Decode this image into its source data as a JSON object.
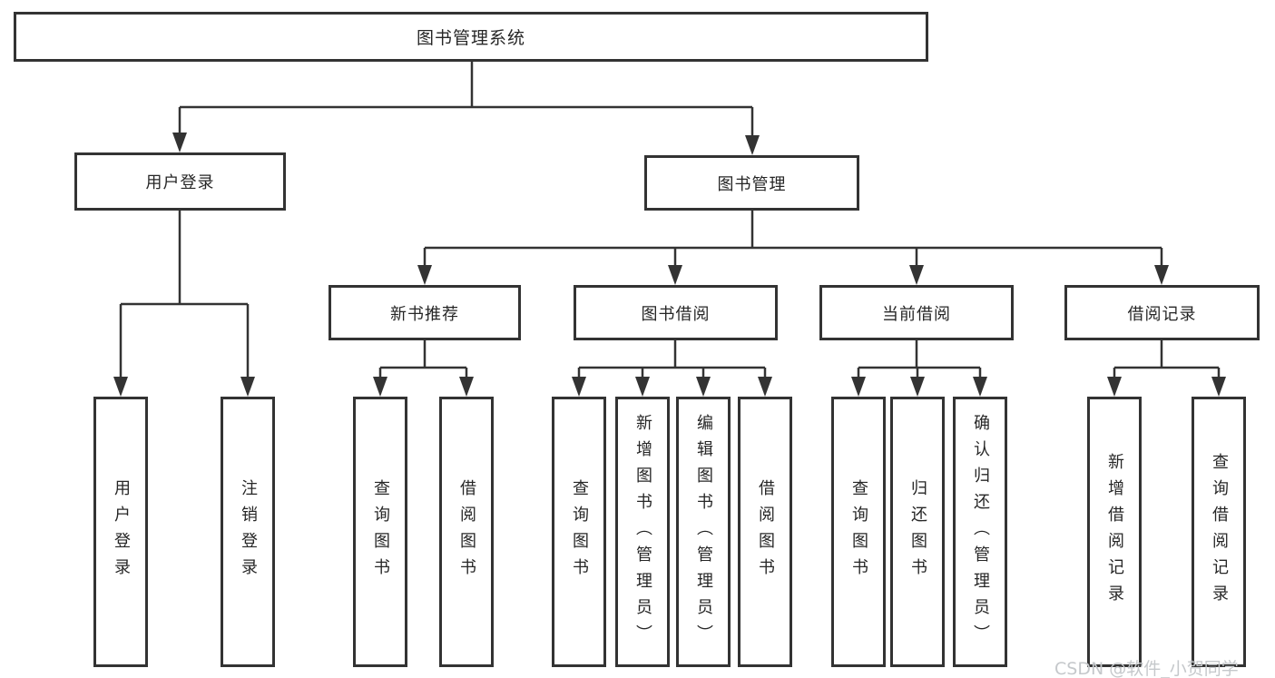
{
  "tree": {
    "root": "图书管理系统",
    "branches": [
      {
        "label": "用户登录",
        "children": [
          "用户登录",
          "注销登录"
        ]
      },
      {
        "label": "图书管理",
        "groups": [
          {
            "label": "新书推荐",
            "children": [
              "查询图书",
              "借阅图书"
            ]
          },
          {
            "label": "图书借阅",
            "children": [
              "查询图书",
              "新增图书（管理员）",
              "编辑图书（管理员）",
              "借阅图书"
            ]
          },
          {
            "label": "当前借阅",
            "children": [
              "查询图书",
              "归还图书",
              "确认归还（管理员）"
            ]
          },
          {
            "label": "借阅记录",
            "children": [
              "新增借阅记录",
              "查询借阅记录"
            ]
          }
        ]
      }
    ]
  },
  "watermark": {
    "text": "CSDN @软件_小贺同学"
  },
  "colors": {
    "line": "#333333",
    "text": "#262626",
    "watermark": "#c5c8cb",
    "background": "#ffffff"
  }
}
